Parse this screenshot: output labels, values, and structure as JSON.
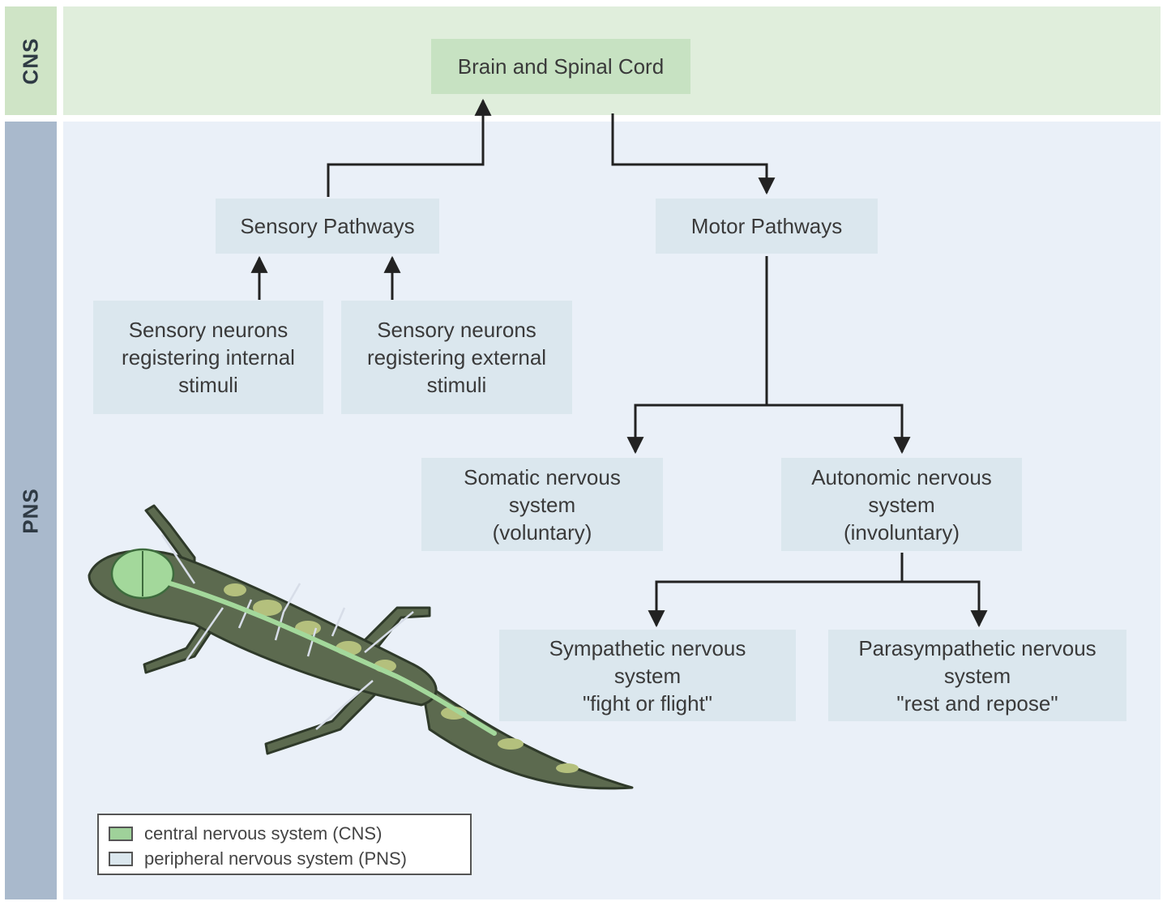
{
  "sides": {
    "cns": "CNS",
    "pns": "PNS"
  },
  "nodes": {
    "brain": "Brain and Spinal Cord",
    "sensory": "Sensory Pathways",
    "motor": "Motor Pathways",
    "sensory_internal": "Sensory neurons\nregistering internal\nstimuli",
    "sensory_external": "Sensory neurons\nregistering external\nstimuli",
    "somatic": "Somatic nervous\nsystem\n(voluntary)",
    "autonomic": "Autonomic nervous\nsystem\n(involuntary)",
    "sympathetic": "Sympathetic nervous\nsystem\n\"fight or flight\"",
    "parasympathetic": "Parasympathetic nervous\nsystem\n\"rest and repose\""
  },
  "legend": {
    "items": [
      {
        "label": "central nervous system (CNS)",
        "color": "#9fd19a"
      },
      {
        "label": "peripheral nervous system (PNS)",
        "color": "#dbe7ee"
      }
    ]
  },
  "colors": {
    "cns_band": "#e0eedc",
    "pns_band": "#eaf0f8",
    "box": "#dbe7ee",
    "cns_box": "#c7e2c2",
    "arrow": "#222222"
  }
}
